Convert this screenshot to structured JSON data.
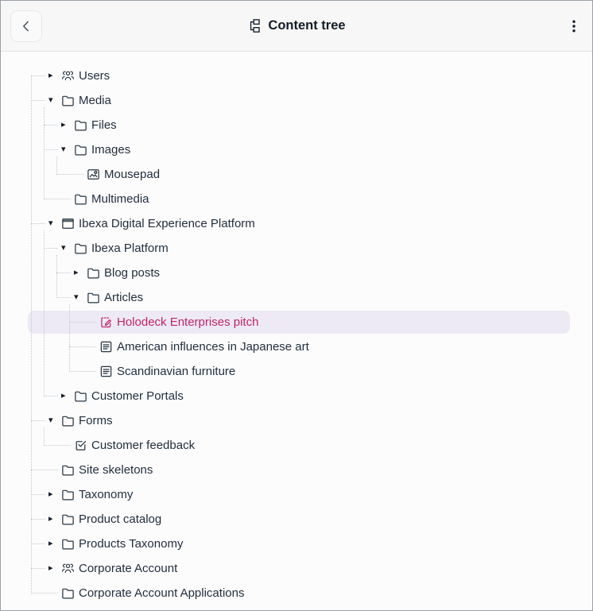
{
  "header": {
    "title": "Content tree",
    "title_icon": "content-tree-icon",
    "back_icon": "chevron-left-icon",
    "menu_icon": "kebab-menu-icon"
  },
  "colors": {
    "selected_text": "#c1246a",
    "selected_background": "#edeaf5",
    "text": "#1f2d3d",
    "header_background": "#f7f7f8",
    "tree_guide_lines": "#c3c7cc"
  },
  "tree": {
    "items": [
      {
        "label": "Users",
        "depth": 0,
        "expander": "collapsed",
        "icon": "user-group-icon",
        "selected": false
      },
      {
        "label": "Media",
        "depth": 0,
        "expander": "expanded",
        "icon": "folder-icon",
        "selected": false
      },
      {
        "label": "Files",
        "depth": 1,
        "expander": "collapsed",
        "icon": "folder-icon",
        "selected": false
      },
      {
        "label": "Images",
        "depth": 1,
        "expander": "expanded",
        "icon": "folder-icon",
        "selected": false
      },
      {
        "label": "Mousepad",
        "depth": 2,
        "expander": "none",
        "icon": "image-icon",
        "selected": false
      },
      {
        "label": "Multimedia",
        "depth": 1,
        "expander": "none",
        "icon": "folder-icon",
        "selected": false
      },
      {
        "label": "Ibexa Digital Experience Platform",
        "depth": 0,
        "expander": "expanded",
        "icon": "site-window-icon",
        "selected": false
      },
      {
        "label": "Ibexa Platform",
        "depth": 1,
        "expander": "expanded",
        "icon": "folder-icon",
        "selected": false
      },
      {
        "label": "Blog posts",
        "depth": 2,
        "expander": "collapsed",
        "icon": "folder-icon",
        "selected": false
      },
      {
        "label": "Articles",
        "depth": 2,
        "expander": "expanded",
        "icon": "folder-icon",
        "selected": false
      },
      {
        "label": "Holodeck Enterprises pitch",
        "depth": 3,
        "expander": "none",
        "icon": "article-edit-icon",
        "selected": true
      },
      {
        "label": "American influences in Japanese art",
        "depth": 3,
        "expander": "none",
        "icon": "article-icon",
        "selected": false
      },
      {
        "label": "Scandinavian furniture",
        "depth": 3,
        "expander": "none",
        "icon": "article-icon",
        "selected": false
      },
      {
        "label": "Customer Portals",
        "depth": 1,
        "expander": "collapsed",
        "icon": "folder-icon",
        "selected": false
      },
      {
        "label": "Forms",
        "depth": 0,
        "expander": "expanded",
        "icon": "folder-icon",
        "selected": false
      },
      {
        "label": "Customer feedback",
        "depth": 1,
        "expander": "none",
        "icon": "form-check-icon",
        "selected": false
      },
      {
        "label": "Site skeletons",
        "depth": 0,
        "expander": "none",
        "icon": "folder-icon",
        "selected": false
      },
      {
        "label": "Taxonomy",
        "depth": 0,
        "expander": "collapsed",
        "icon": "folder-icon",
        "selected": false
      },
      {
        "label": "Product catalog",
        "depth": 0,
        "expander": "collapsed",
        "icon": "folder-icon",
        "selected": false
      },
      {
        "label": "Products Taxonomy",
        "depth": 0,
        "expander": "collapsed",
        "icon": "folder-icon",
        "selected": false
      },
      {
        "label": "Corporate Account",
        "depth": 0,
        "expander": "collapsed",
        "icon": "user-group-icon",
        "selected": false
      },
      {
        "label": "Corporate Account Applications",
        "depth": 0,
        "expander": "none",
        "icon": "folder-icon",
        "selected": false
      }
    ]
  }
}
